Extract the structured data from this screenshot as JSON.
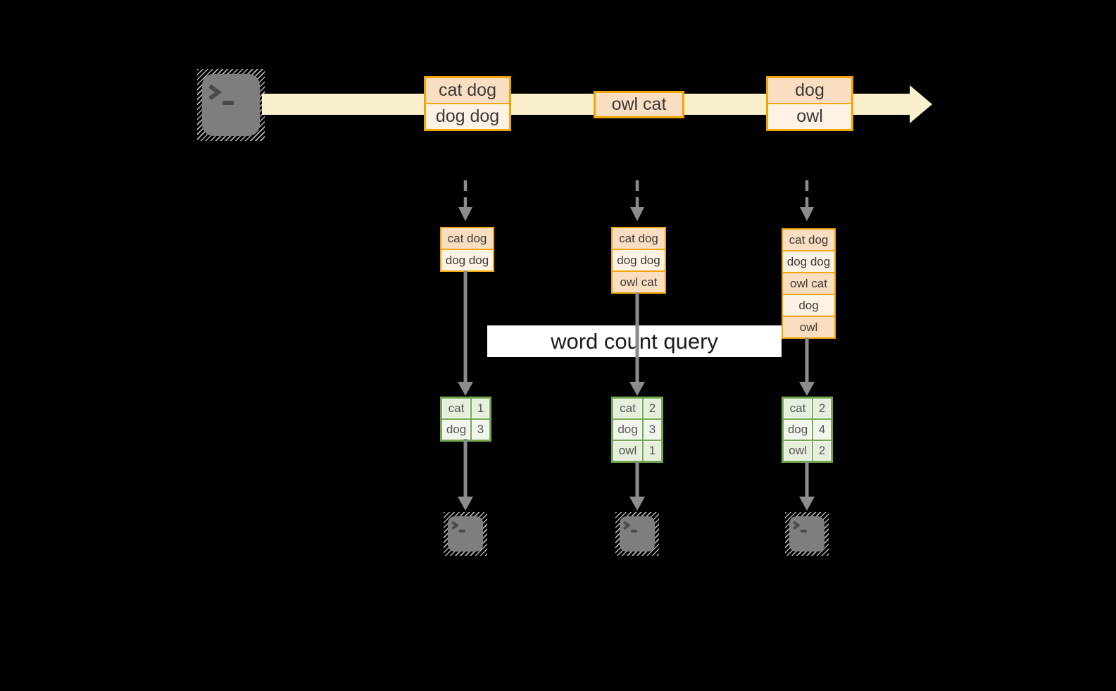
{
  "stream": {
    "events": [
      {
        "cells": [
          "cat dog",
          "dog dog"
        ]
      },
      {
        "cells": [
          "owl cat"
        ]
      },
      {
        "cells": [
          "dog",
          "owl"
        ]
      }
    ]
  },
  "query_banner": {
    "label": "word count query"
  },
  "columns": [
    {
      "buffer": [
        "cat dog",
        "dog dog"
      ],
      "counts": [
        {
          "word": "cat",
          "count": "1"
        },
        {
          "word": "dog",
          "count": "3"
        }
      ]
    },
    {
      "buffer": [
        "cat dog",
        "dog dog",
        "owl cat"
      ],
      "counts": [
        {
          "word": "cat",
          "count": "2"
        },
        {
          "word": "dog",
          "count": "3"
        },
        {
          "word": "owl",
          "count": "1"
        }
      ]
    },
    {
      "buffer": [
        "cat dog",
        "dog dog",
        "owl cat",
        "dog",
        "owl"
      ],
      "counts": [
        {
          "word": "cat",
          "count": "2"
        },
        {
          "word": "dog",
          "count": "4"
        },
        {
          "word": "owl",
          "count": "2"
        }
      ]
    }
  ],
  "icons": {
    "source": "terminal-icon",
    "consumers": [
      "terminal-icon",
      "terminal-icon",
      "terminal-icon"
    ]
  },
  "colors": {
    "background": "#000000",
    "stream_band": "#faf0cd",
    "event_border": "#f0a500",
    "event_fill_dark": "#fadec2",
    "event_fill_light": "#fdf2e4",
    "table_border": "#72a94e",
    "table_fill_a": "#e5efdc",
    "table_fill_b": "#f1f6ed",
    "arrow_gray": "#8c8c8c",
    "terminal_gray": "#7e7e7e"
  }
}
